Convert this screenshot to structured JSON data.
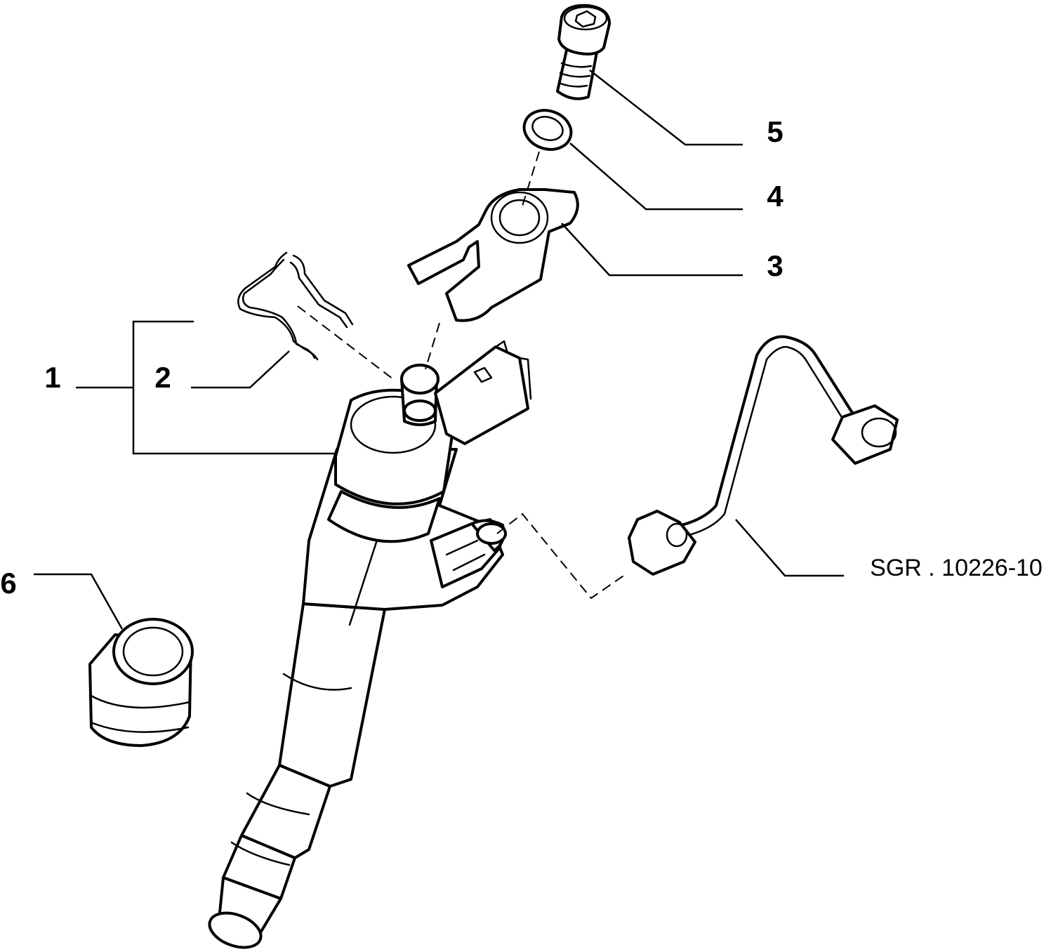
{
  "diagram": {
    "callouts": [
      {
        "id": "1",
        "label": "1"
      },
      {
        "id": "2",
        "label": "2"
      },
      {
        "id": "3",
        "label": "3"
      },
      {
        "id": "4",
        "label": "4"
      },
      {
        "id": "5",
        "label": "5"
      },
      {
        "id": "6",
        "label": "6"
      }
    ],
    "reference_code": "SGR . 10226-10"
  }
}
